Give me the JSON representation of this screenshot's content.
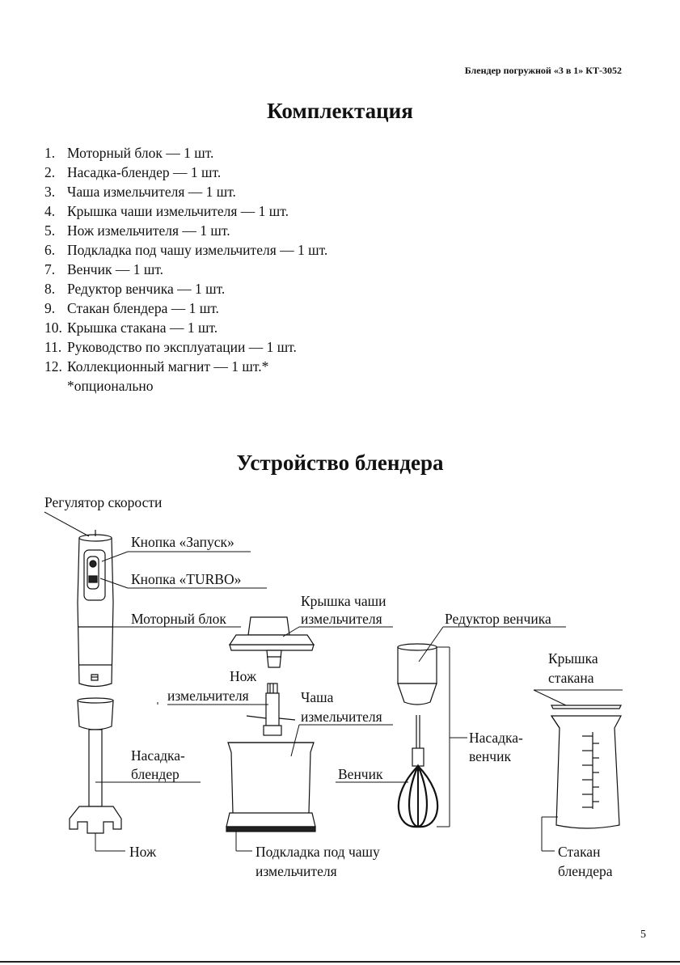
{
  "header": {
    "product": "Блендер погружной «3 в 1» КТ-3052"
  },
  "section1": {
    "title": "Комплектация",
    "items": [
      {
        "num": "1.",
        "text": "Моторный блок — 1 шт."
      },
      {
        "num": "2.",
        "text": "Насадка-блендер — 1 шт."
      },
      {
        "num": "3.",
        "text": "Чаша измельчителя — 1 шт."
      },
      {
        "num": "4.",
        "text": "Крышка чаши измельчителя — 1 шт."
      },
      {
        "num": "5.",
        "text": "Нож измельчителя — 1 шт."
      },
      {
        "num": "6.",
        "text": "Подкладка под чашу измельчителя — 1 шт."
      },
      {
        "num": "7.",
        "text": "Венчик — 1 шт."
      },
      {
        "num": "8.",
        "text": "Редуктор венчика — 1 шт."
      },
      {
        "num": "9.",
        "text": "Стакан блендера — 1 шт."
      },
      {
        "num": "10.",
        "text": "Крышка стакана — 1 шт."
      },
      {
        "num": "11.",
        "text": "Руководство по эксплуатации — 1 шт."
      },
      {
        "num": "12.",
        "text": "Коллекционный магнит — 1 шт.*"
      }
    ],
    "footnote": "*опционально"
  },
  "section2": {
    "title": "Устройство блендера",
    "labels": {
      "speed_regulator": "Регулятор скорости",
      "start_button": "Кнопка «Запуск»",
      "turbo_button": "Кнопка «TURBO»",
      "motor_block": "Моторный блок",
      "bowl_lid_1": "Крышка чаши",
      "bowl_lid_2": "измельчителя",
      "whisk_gear": "Редуктор венчика",
      "cup_lid_1": "Крышка",
      "cup_lid_2": "стакана",
      "chopper_knife_1": "Нож",
      "chopper_knife_2": "измельчителя",
      "bowl_1": "Чаша",
      "bowl_2": "измельчителя",
      "blender_att_1": "Насадка-",
      "blender_att_2": "блендер",
      "whisk": "Венчик",
      "whisk_att_1": "Насадка-",
      "whisk_att_2": "венчик",
      "knife": "Нож",
      "pad_1": "Подкладка под чашу",
      "pad_2": "измельчителя",
      "cup_1": "Стакан",
      "cup_2": "блендера"
    }
  },
  "footer": {
    "page": "5"
  }
}
